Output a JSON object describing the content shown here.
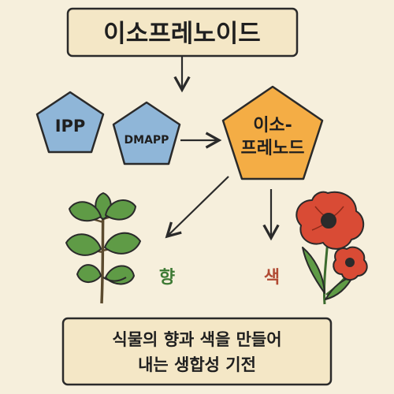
{
  "title": "이소프레노이드",
  "nodes": {
    "ipp": "IPP",
    "dmapp": "DMAPP",
    "isoprene_line1": "이소-",
    "isoprene_line2": "프레노드"
  },
  "labels": {
    "aroma": "향",
    "color": "색"
  },
  "bottom": {
    "line1": "식물의 향과 색을 만들어",
    "line2": "내는 생합성 기전"
  },
  "colors": {
    "background": "#f6efdc",
    "box_fill": "#f4e7c6",
    "pentagon_blue": "#8fb6d8",
    "pentagon_orange": "#f4ad45",
    "leaf_green": "#5f9b46",
    "flower_red": "#d94b35",
    "outline": "#2a2a2a"
  },
  "icons": [
    "basil-plant-icon",
    "poppy-flower-icon"
  ]
}
